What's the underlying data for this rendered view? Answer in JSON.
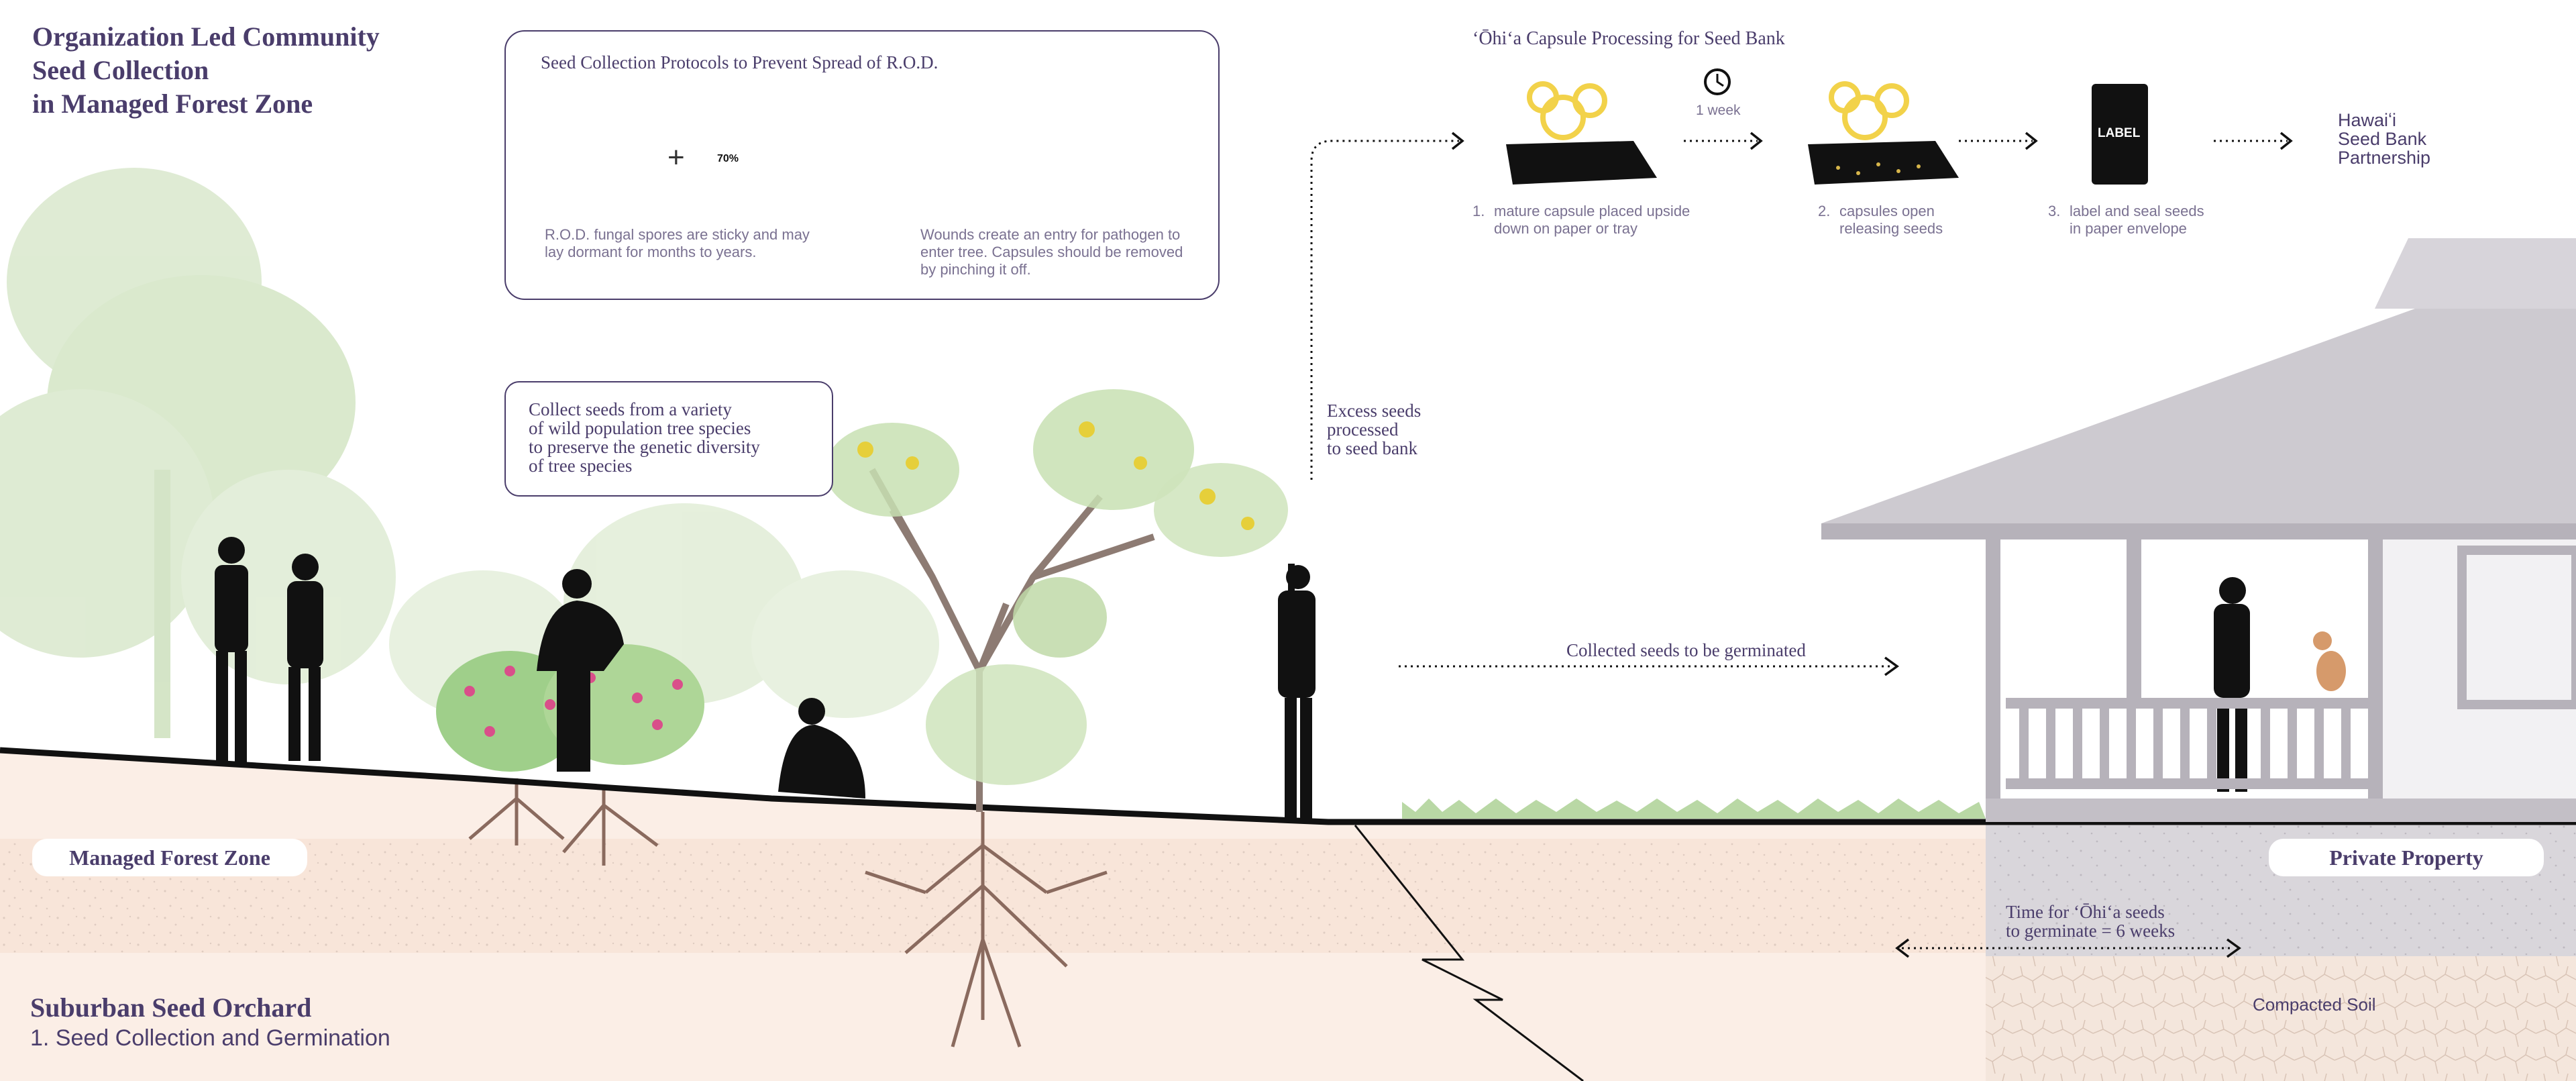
{
  "title": {
    "line1": "Organization Led Community",
    "line2": "Seed Collection",
    "line3": "in Managed Forest Zone"
  },
  "protocols": {
    "heading": "Seed Collection Protocols to Prevent Spread of R.O.D.",
    "plus": "+",
    "bottle_label": "70%",
    "caption_left_1": "R.O.D. fungal spores are sticky and may",
    "caption_left_2": "lay dormant for months to years.",
    "caption_right_1": "Wounds create an entry for pathogen to",
    "caption_right_2": "enter tree. Capsules should be removed",
    "caption_right_3": "by pinching it off."
  },
  "collect_note": {
    "line1": "Collect seeds from a variety",
    "line2": "of wild population tree species",
    "line3": "to preserve the genetic diversity",
    "line4": "of tree species"
  },
  "processing": {
    "heading": "ʻŌhiʻa Capsule Processing for Seed Bank",
    "timer_label": "1 week",
    "envelope_label": "LABEL",
    "steps": [
      {
        "num": "1.",
        "line1": "mature capsule placed upside",
        "line2": "down on paper or tray"
      },
      {
        "num": "2.",
        "line1": "capsules open",
        "line2": "releasing seeds"
      },
      {
        "num": "3.",
        "line1": "label and seal seeds",
        "line2": "in paper envelope"
      }
    ],
    "destination": {
      "line1": "Hawaiʻi",
      "line2": "Seed Bank",
      "line3": "Partnership"
    }
  },
  "excess_note": {
    "line1": "Excess seeds",
    "line2": "processed",
    "line3": "to seed bank"
  },
  "germinate_note": "Collected seeds to be germinated",
  "time_note": {
    "line1": "Time for ʻŌhiʻa seeds",
    "line2": "to germinate = 6 weeks"
  },
  "zones": {
    "managed": "Managed Forest Zone",
    "private": "Private Property",
    "compacted": "Compacted Soil"
  },
  "footer": {
    "title": "Suburban Seed Orchard",
    "subtitle": "1. Seed Collection and Germination"
  },
  "colors": {
    "accent": "#4a3d6b",
    "soil": "#f7e1d3",
    "foliage_light": "#d6e7c8",
    "house": "#c9c6cb"
  }
}
